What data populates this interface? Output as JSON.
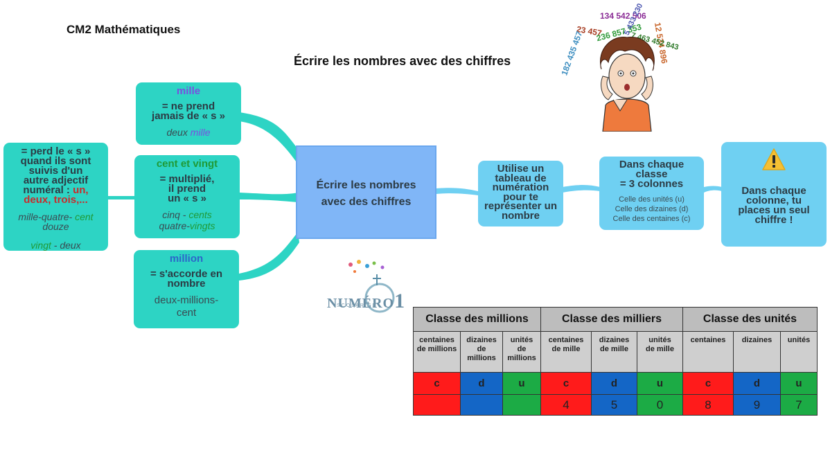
{
  "header": {
    "title": "CM2 Mathématiques"
  },
  "main_title": "Écrire les nombres avec des chiffres",
  "center_node": {
    "line1": "Écrire les nombres",
    "line2": "avec des chiffres"
  },
  "node_mille": {
    "title": "mille",
    "rule_l1": "= ne prend",
    "rule_l2": "jamais de « s »",
    "example_a": "deux ",
    "example_b": "mille"
  },
  "node_cent_vingt": {
    "title": "cent et vingt",
    "rule_l1": "= multiplié,",
    "rule_l2": "il prend",
    "rule_l3": "un « s »",
    "ex1_a": "cinq - ",
    "ex1_b": "cents",
    "ex2_a": "quatre-",
    "ex2_b": "vingts"
  },
  "node_million": {
    "title": "million",
    "rule_l1": "= s'accorde en",
    "rule_l2": "nombre",
    "ex_l1": "deux-millions-",
    "ex_l2": "cent"
  },
  "node_left": {
    "l1": "= perd le « s »",
    "l2": "quand ils sont",
    "l3": "suivis d'un",
    "l4": "autre adjectif",
    "l5_a": "numéral : ",
    "l5_b": "un,",
    "l6": "deux, trois,...",
    "ex1_a": "mille-quatre- ",
    "ex1_b": "cent",
    "ex1_c": "douze",
    "ex2_a": "vingt",
    "ex2_b": " - deux"
  },
  "node_table": {
    "l1": "Utilise un",
    "l2": "tableau de",
    "l3": "numération",
    "l4": "pour te",
    "l5": "représenter un",
    "l6": "nombre"
  },
  "node_classe": {
    "l1": "Dans chaque",
    "l2": "classe",
    "l3": "= 3 colonnes",
    "c1": "Celle des unités (u)",
    "c2": "Celle des dizaines (d)",
    "c3": "Celle des centaines (c)"
  },
  "node_colonne": {
    "icon": "warning-icon",
    "l1": "Dans chaque",
    "l2": "colonne, tu",
    "l3": "places un seul",
    "l4": "chiffre !"
  },
  "numbers_cloud": [
    "134 542 506",
    "23 457",
    "182 435 457",
    "236 857 353",
    "12 534 896",
    "7 463 452 843",
    "5 433 230"
  ],
  "logo": {
    "text": "NUMÉRO",
    "digit": "1",
    "sub": "SCOLARISÉ"
  },
  "place_table": {
    "classes": [
      "Classe des millions",
      "Classe des milliers",
      "Classe des unités"
    ],
    "columns": [
      [
        "centaines",
        "de millions"
      ],
      [
        "dizaines",
        "de",
        "millions"
      ],
      [
        "unités",
        "de",
        "millions"
      ],
      [
        "centaines",
        "de mille"
      ],
      [
        "dizaines",
        "de mille"
      ],
      [
        "unités",
        "de mille"
      ],
      [
        "centaines"
      ],
      [
        "dizaines"
      ],
      [
        "unités"
      ]
    ],
    "letters": [
      "c",
      "d",
      "u",
      "c",
      "d",
      "u",
      "c",
      "d",
      "u"
    ],
    "digits": [
      "",
      "",
      "",
      "4",
      "5",
      "0",
      "8",
      "9",
      "7"
    ]
  },
  "colors": {
    "teal": "#2dd4c4",
    "light_blue": "#6fd0f2",
    "center_blue": "#80b6f7",
    "red": "#ff1b1b",
    "blue": "#1466c6",
    "green": "#1cab45"
  }
}
